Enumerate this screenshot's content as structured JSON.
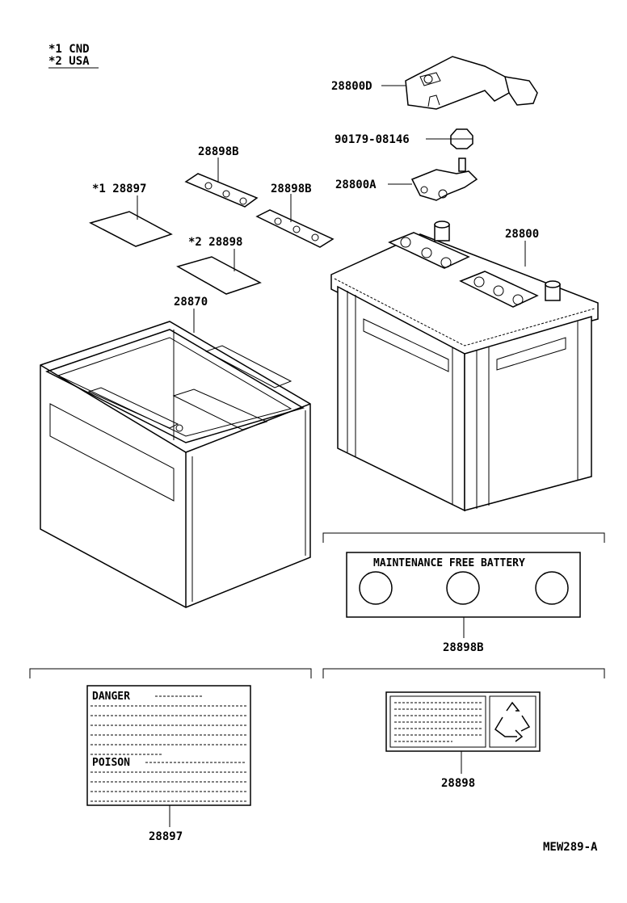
{
  "legend": {
    "note1": "*1 CND",
    "note2": "*2 USA"
  },
  "parts": {
    "cover": "28800D",
    "nut": "90179-08146",
    "clamp": "28800A",
    "battery": "28800",
    "label_b_top1": "28898B",
    "label_b_top2": "28898B",
    "label_a": "*1 28897",
    "label_c": "*2 28898",
    "tray": "28870",
    "label_b_panel": "28898B",
    "danger_panel": "28897",
    "recycle_panel": "28898"
  },
  "panels": {
    "maintenance_title": "MAINTENANCE FREE BATTERY",
    "danger_heading": "DANGER",
    "poison_heading": "POISON"
  },
  "figure_code": "MEW289-A"
}
